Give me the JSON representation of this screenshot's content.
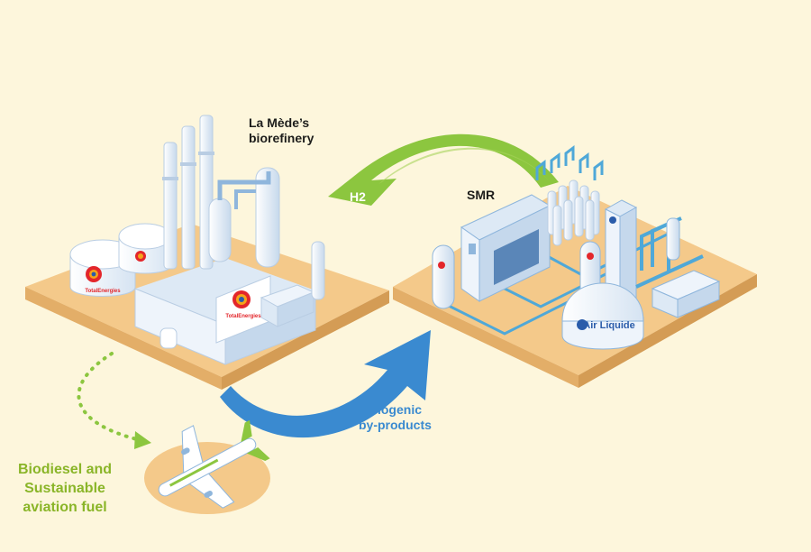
{
  "labels": {
    "refinery_line1": "La Mède’s",
    "refinery_line2": "biorefinery",
    "smr": "SMR",
    "h2": "H2",
    "biogenic_line1": "Biogenic",
    "biogenic_line2": "by-products",
    "fuel_line1": "Biodiesel and",
    "fuel_line2": "Sustainable",
    "fuel_line3": "aviation fuel"
  },
  "brands": {
    "totalenergies": "TotalEnergies",
    "air_liquide": "Air Liquide"
  },
  "colors": {
    "background": "#fdf6dc",
    "platform": "#f4c98a",
    "green_arrow": "#8cc63f",
    "blue_arrow": "#3a8ad0",
    "building": "#e6f0fa",
    "building_shade": "#b9cde3",
    "pipe": "#4fa8d8",
    "text_dark": "#1d1d1b"
  },
  "icons": [
    "factory-icon",
    "storage-tank-icon",
    "airplane-icon",
    "arrow-icon"
  ]
}
